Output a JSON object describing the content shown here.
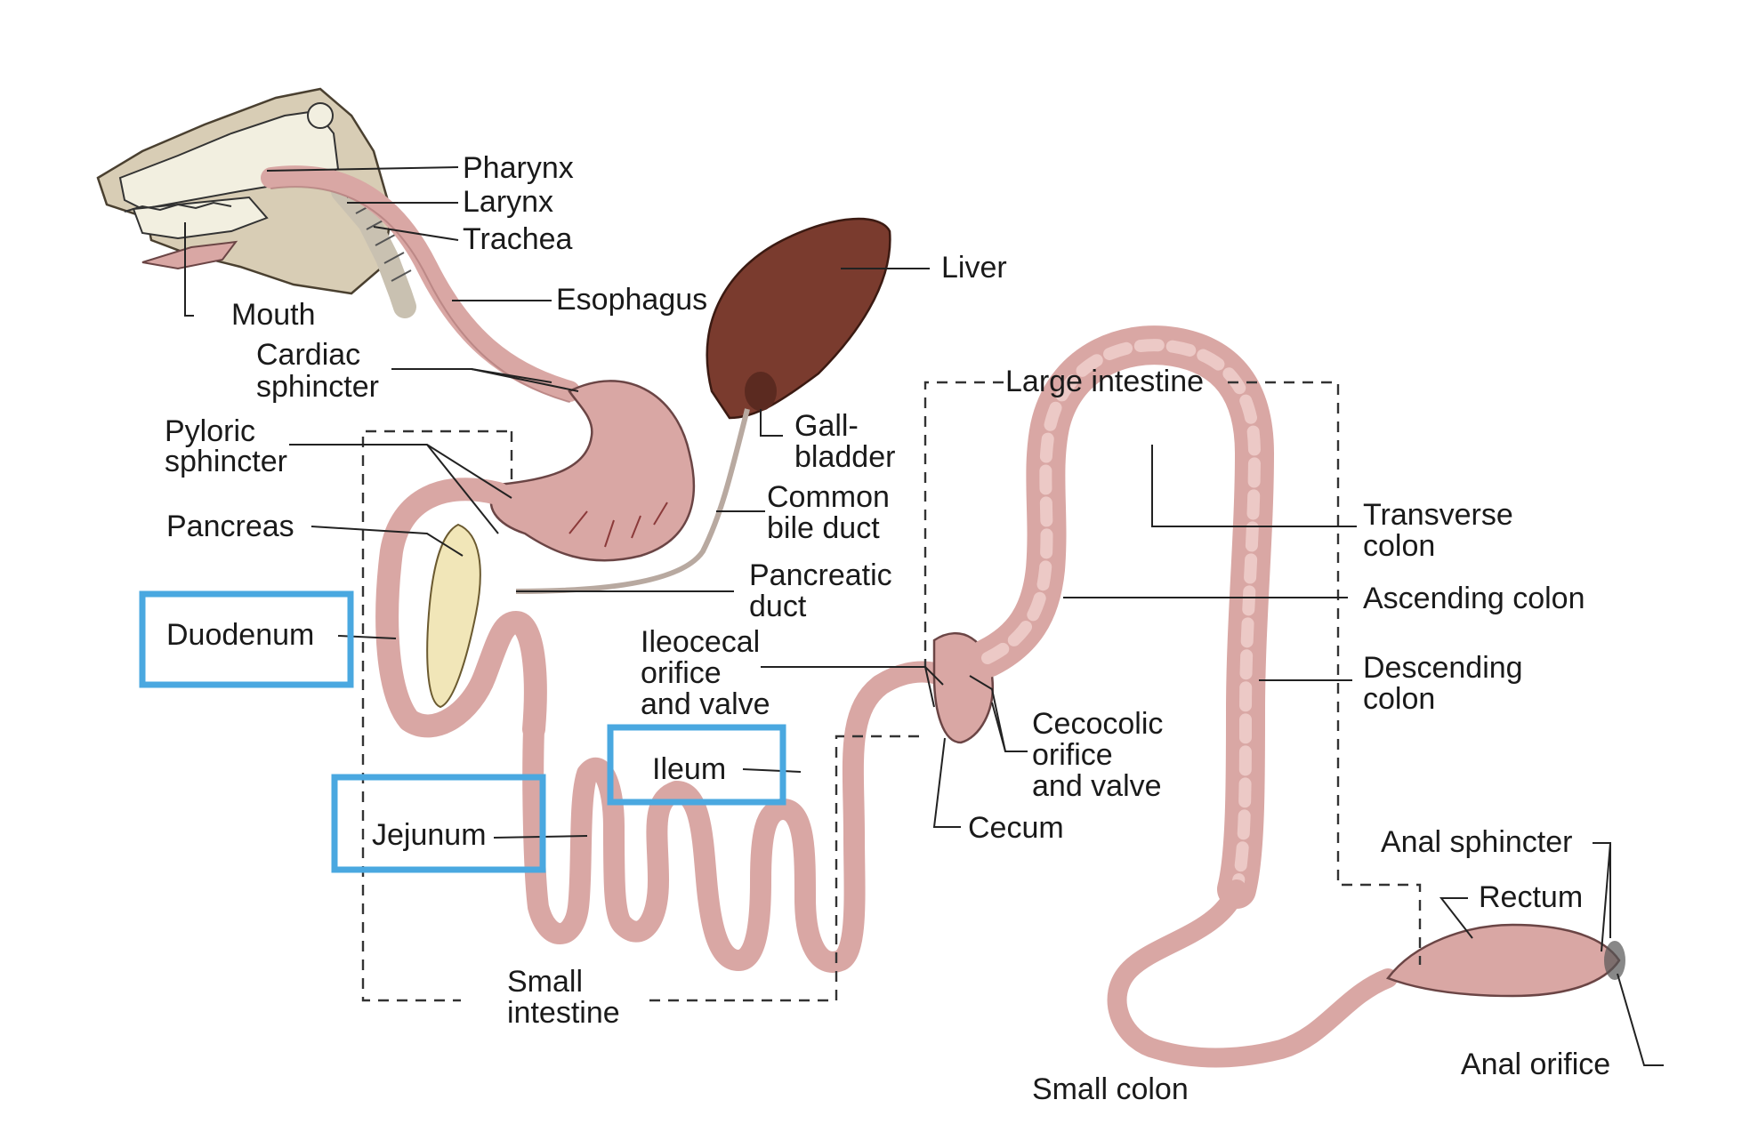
{
  "labels": {
    "pharynx": "Pharynx",
    "larynx": "Larynx",
    "trachea": "Trachea",
    "esophagus": "Esophagus",
    "mouth": "Mouth",
    "liver": "Liver",
    "cardiac_1": "Cardiac",
    "cardiac_2": "sphincter",
    "pyloric_1": "Pyloric",
    "pyloric_2": "sphincter",
    "gallbladder_1": "Gall-",
    "gallbladder_2": "bladder",
    "large_intestine": "Large intestine",
    "common_bile_1": "Common",
    "common_bile_2": "bile duct",
    "pancreas": "Pancreas",
    "transverse_1": "Transverse",
    "transverse_2": "colon",
    "pancreatic_duct_1": "Pancreatic",
    "pancreatic_duct_2": "duct",
    "ascending_colon": "Ascending colon",
    "duodenum": "Duodenum",
    "ileocecal_1": "Ileocecal",
    "ileocecal_2": "orifice",
    "ileocecal_3": "and valve",
    "descending_1": "Descending",
    "descending_2": "colon",
    "cecocolic_1": "Cecocolic",
    "cecocolic_2": "orifice",
    "cecocolic_3": "and valve",
    "ileum": "Ileum",
    "cecum": "Cecum",
    "jejunum": "Jejunum",
    "anal_sphincter": "Anal sphincter",
    "rectum": "Rectum",
    "small_intestine_1": "Small",
    "small_intestine_2": "intestine",
    "anal_orifice": "Anal orifice",
    "small_colon": "Small colon"
  },
  "colors": {
    "highlight": "#4aa8e0",
    "tissue": "#d9a7a4",
    "tissue_dark": "#a97373",
    "liver": "#7a3b2e",
    "skull": "#f2efe0",
    "head_shade": "#d8cdb5",
    "pancreas": "#f1e6b8"
  }
}
